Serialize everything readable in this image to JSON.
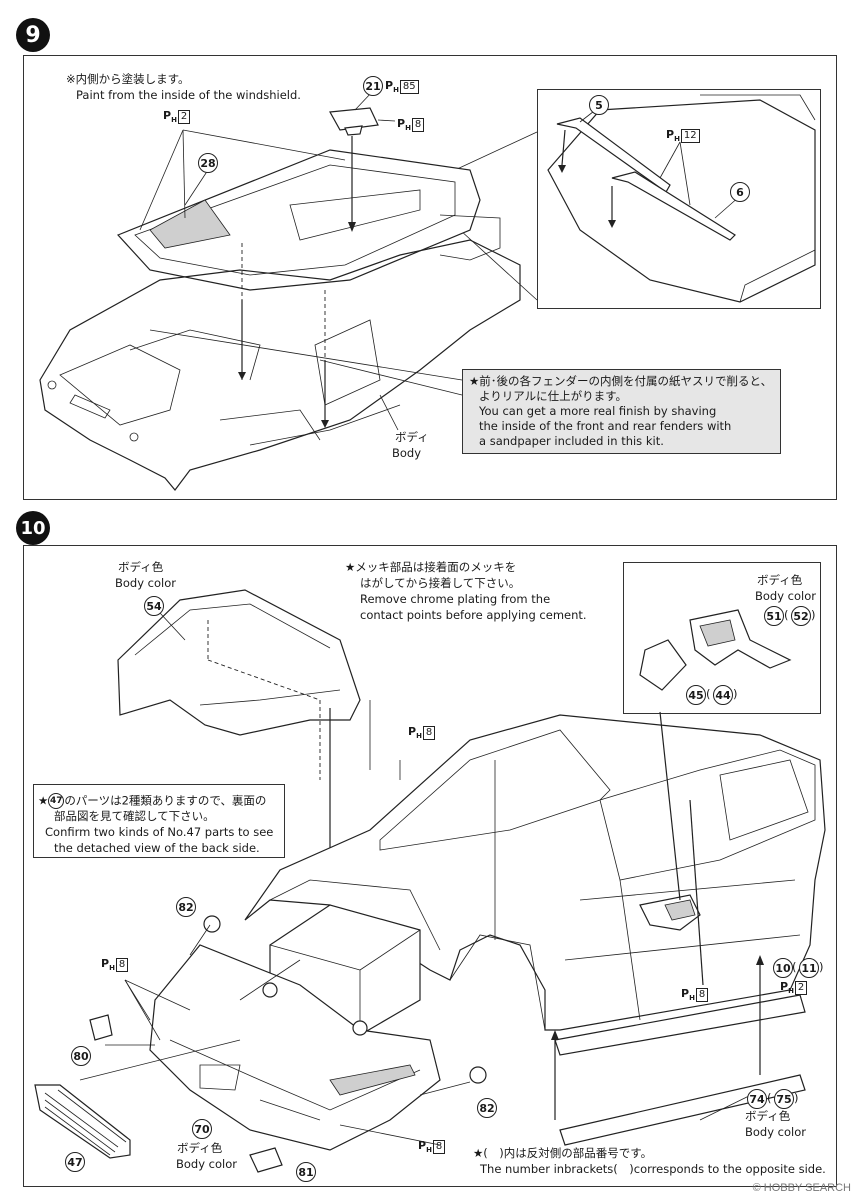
{
  "step9": {
    "number": "9",
    "paint_note_ja": "※内側から塗装します。",
    "paint_note_en": "Paint from the inside of the windshield.",
    "callouts": [
      {
        "part": "21",
        "paint": "85"
      },
      {
        "part": "28"
      },
      {
        "part": "5"
      },
      {
        "part": "6"
      }
    ],
    "ph_labels": [
      "2",
      "8",
      "12"
    ],
    "fender_note_ja_1": "★前･後の各フェンダーの内側を付属の紙ヤスリで削ると、",
    "fender_note_ja_2": "よりリアルに仕上がります。",
    "fender_note_en_1": "You can get a more real finish by shaving",
    "fender_note_en_2": "the inside of the front and rear fenders with",
    "fender_note_en_3": "a sandpaper included in this kit.",
    "body_ja": "ボディ",
    "body_en": "Body"
  },
  "step10": {
    "number": "10",
    "hood_color_ja": "ボディ色",
    "hood_color_en": "Body color",
    "chrome_note_ja_1": "★メッキ部品は接着面のメッキを",
    "chrome_note_ja_2": "はがしてから接着して下さい。",
    "chrome_note_en_1": "Remove chrome plating from the",
    "chrome_note_en_2": "contact points before applying cement.",
    "mirror_color_ja": "ボディ色",
    "mirror_color_en": "Body color",
    "part47_note_ja_1a": "★",
    "part47_note_ja_1b": "のパーツは2種類ありますので、裏面の",
    "part47_note_ja_2": "部品図を見て確認して下さい。",
    "part47_note_en_1": "Confirm two kinds of No.47 parts to see",
    "part47_note_en_2": "the detached view of the back side.",
    "parts": {
      "p54": "54",
      "p51": "51",
      "p52": "52",
      "p45": "45",
      "p44": "44",
      "p47": "47",
      "p82a": "82",
      "p82b": "82",
      "p80": "80",
      "p70": "70",
      "p81": "81",
      "p10": "10",
      "p11": "11",
      "p74": "74",
      "p75": "75"
    },
    "ph": {
      "a": "8",
      "b": "8",
      "c": "8",
      "d": "2",
      "e": "8"
    },
    "bumper_color_ja": "ボディ色",
    "bumper_color_en": "Body color",
    "skirt_color_ja": "ボディ色",
    "skirt_color_en": "Body color",
    "bracket_note_ja": "★(　)内は反対側の部品番号です。",
    "bracket_note_en": "The number inbrackets(　)corresponds to the opposite side."
  },
  "watermark": "© HOBBY SEARCH"
}
